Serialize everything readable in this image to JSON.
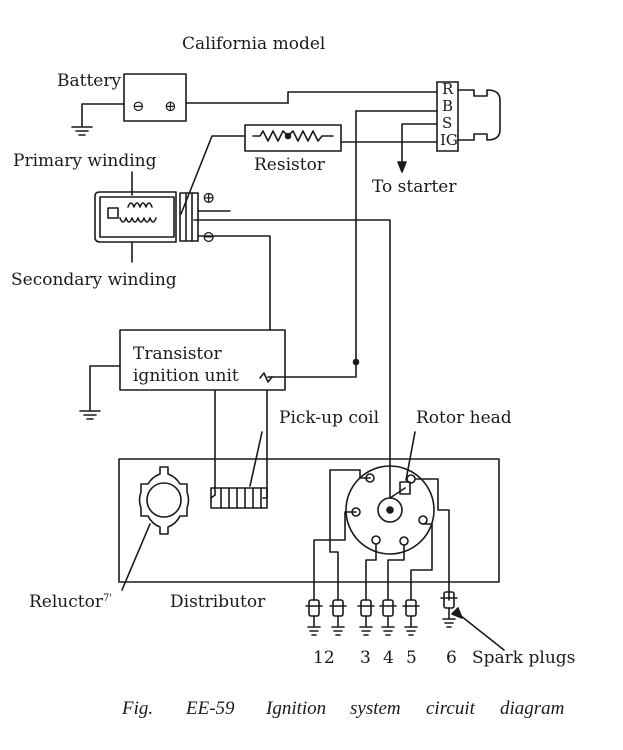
{
  "labels": {
    "california": "California model",
    "battery": "Battery",
    "resistor": "Resistor",
    "to_starter": "To starter",
    "primary": "Primary  winding",
    "secondary": "Secondary  winding",
    "transistor_l1": "Transistor",
    "transistor_l2": "ignition unit",
    "pickup": "Pick-up coil",
    "rotor": "Rotor head",
    "reluctor": "Reluctor",
    "reluctor_mark": "7'",
    "distributor": "Distributor",
    "spark": "Spark  plugs",
    "minus": "⊖",
    "plus": "⊕",
    "coil_plus": "⊕",
    "coil_minus": "⊖"
  },
  "switch_terminals": [
    "R",
    "B",
    "S",
    "IG"
  ],
  "plug_numbers": [
    "12",
    "3",
    "4",
    "5",
    "6"
  ],
  "caption": {
    "fig": "Fig.",
    "num": "EE-59",
    "w1": "Ignition",
    "w2": "system",
    "w3": "circuit",
    "w4": "diagram"
  },
  "colors": {
    "ink": "#1a1a1a",
    "paper": "#ffffff"
  }
}
